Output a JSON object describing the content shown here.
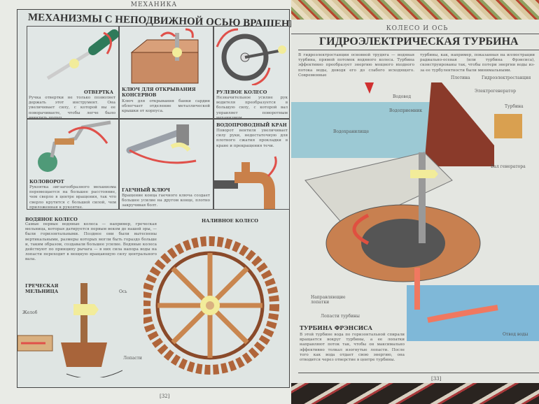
{
  "left_page": {
    "section": "МЕХАНИКА",
    "title": "МЕХАНИЗМЫ С НЕПОДВИЖНОЙ ОСЬЮ ВРАЩЕНИЯ",
    "cells": [
      {
        "title": "ОТВЕРТКА",
        "text": "Ручка отвертки не только позволяет держать этот инструмент. Она увеличивает силу, с которой вы ее поворачиваете, чтобы легче было ввинтить шуруп."
      },
      {
        "title": "КЛЮЧ ДЛЯ ОТКРЫВАНИЯ КОНСЕРВОВ",
        "text": "Ключ для открывания банки сардин облегчает отделение металлической крышки от корпуса."
      },
      {
        "title": "РУЛЕВОЕ КОЛЕСО",
        "text": "Незначительное усилие рук водителя преобразуется в большую силу, с которой вал управляет поворотным механизмом."
      },
      {
        "title": "КОЛОВОРОТ",
        "text": "Рукоятка зигзагообразного механизма перемещается на большее расстояние, чем сверло в центре вращения, так что сверло крутится с большей силой, чем приложенная к рукоятке."
      },
      {
        "title": "ГАЕЧНЫЙ КЛЮЧ",
        "text": "Вращение конца гаечного ключа создает большее усилие на другом конце, плотно закручивая болт."
      },
      {
        "title": "ВОДОПРОВОДНЫЙ КРАН",
        "text": "Поворот вентиля увеличивает силу руки, недостаточную для плотного сжатия прокладки в кране и прекращения течи."
      }
    ],
    "water_wheel": {
      "title": "ВОДЯНОЕ КОЛЕСО",
      "text": "Самые первые водяные колеса — например, греческая мельница, которая датируется первым веком до нашей эры, — были горизонтальными. Позднее они были вытеснены вертикальными, размеры которых могли быть гораздо больше и, таким образом, создавали большее усилие. Водяные колеса действуют по принципу рычага — в них сила напора воды на лопасти переходит в мощную вращающую силу центрального вала."
    },
    "labels": {
      "overshot": "НАЛИВНОЕ КОЛЕСО",
      "greek_mill": "ГРЕЧЕСКАЯ МЕЛЬНИЦА",
      "axis": "Ось",
      "chute": "Желоб",
      "blades": "Лопасти"
    },
    "page_number": "[32]"
  },
  "right_page": {
    "section": "КОЛЕСО И ОСЬ",
    "title": "ГИДРОЭЛЕКТРИЧЕСКАЯ ТУРБИНА",
    "intro_col1": "В гидроэлектростанции основной трудяга — водяная турбина, прямой потомок водяного колеса. Турбина эффективно преобразует энергию мощного входного потока воды, доводя его до слабого исходящего. Современные",
    "intro_col2": "турбины, как, например, показанная на иллюстрации радиально-осевая (или турбина Фрэнсиса), сконструированы так, чтобы потери энергии воды из-за ее турбулентности были минимальными.",
    "labels": {
      "penstock": "Водовод",
      "intake": "Водоприемник",
      "reservoir": "Водохранилище",
      "dam": "Плотина",
      "station": "Гидроэлектростанция",
      "generator": "Электрогенератор",
      "turbine": "Турбина",
      "shaft": "Вал генератора",
      "guide_vanes": "Направляющие лопатки",
      "runner_blades": "Лопасти турбины",
      "outflow": "Отвод воды"
    },
    "francis": {
      "title": "ТУРБИНА ФРЭНСИСА",
      "text": "В этой турбине вода по горизонтальной спирали вращается вокруг турбины, а ее лопатки направляют поток так, чтобы он максимально эффективно толкал изогнутые лопасти. После того как вода отдает свою энергию, она отводится через отверстие в центре турбины."
    },
    "page_number": "[33]"
  },
  "colors": {
    "wood": "#b0653a",
    "water": "#8ec4d8",
    "arrow_red": "#e0504a",
    "arrow_yellow": "#f2ec9a",
    "dam": "#8a3a2a"
  }
}
